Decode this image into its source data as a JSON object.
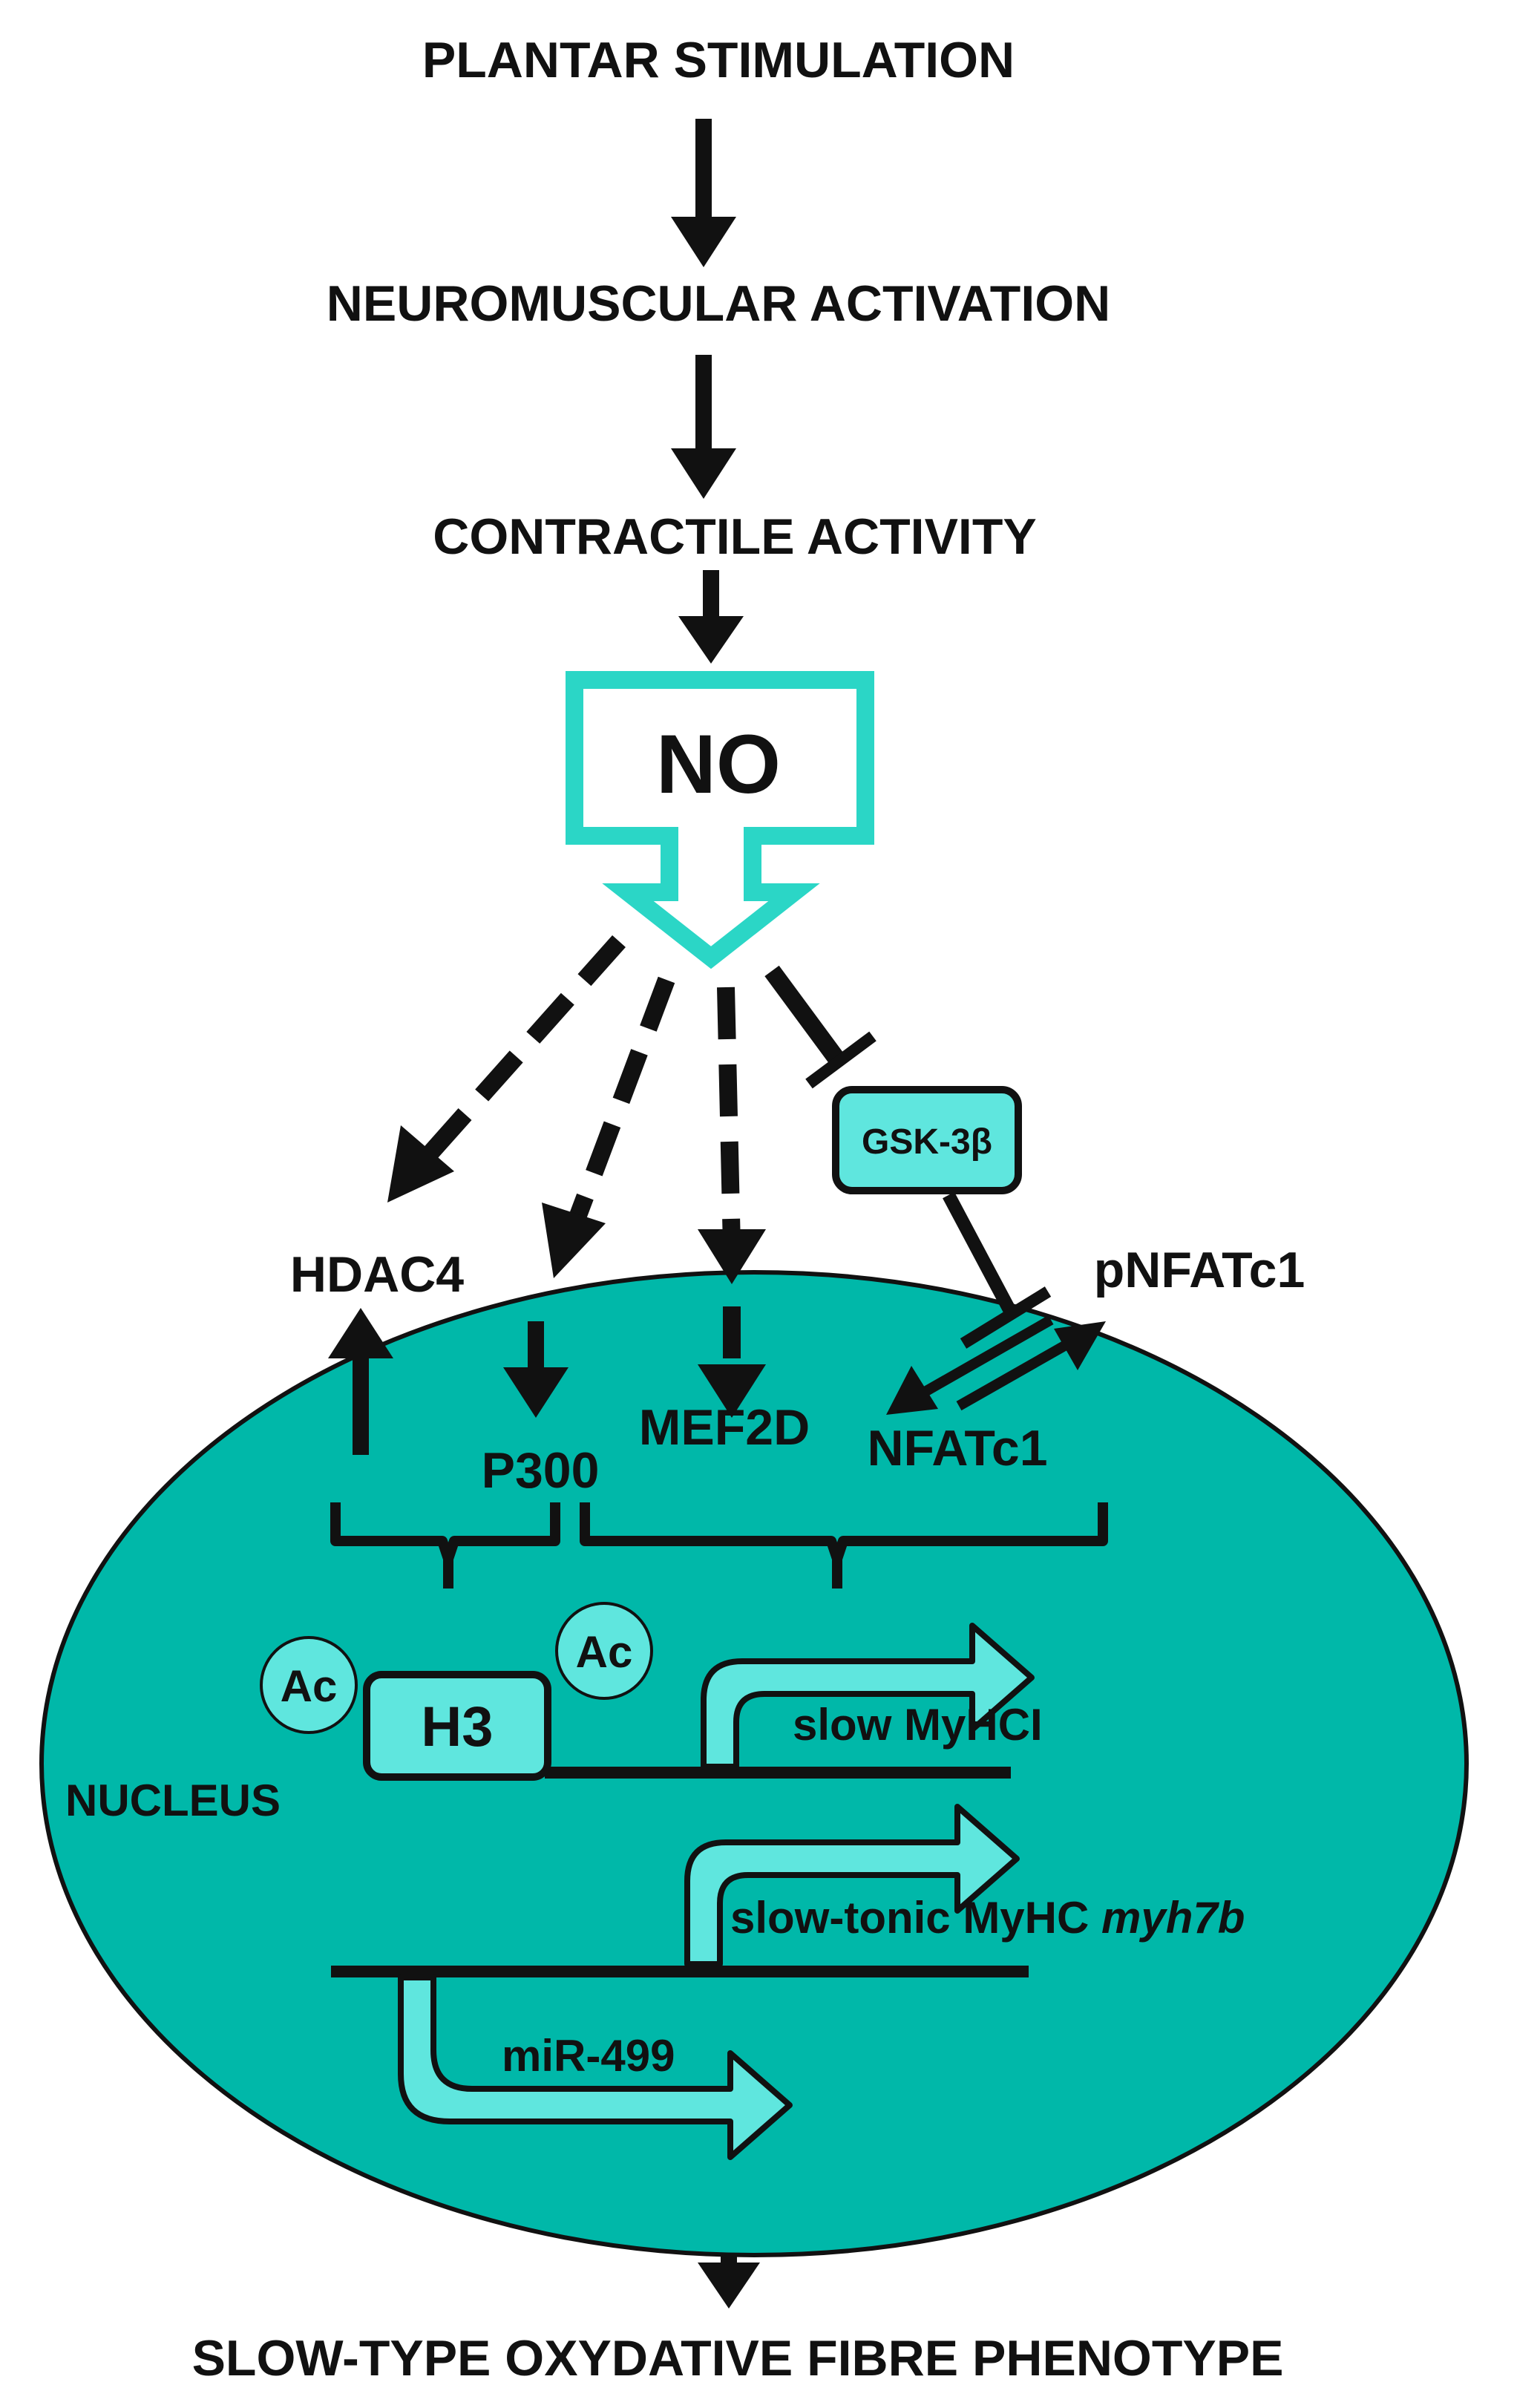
{
  "flow": {
    "step1": "PLANTAR STIMULATION",
    "step2": "NEUROMUSCULAR ACTIVATION",
    "step3": "CONTRACTILE ACTIVITY",
    "outcome": "SLOW-TYPE OXYDATIVE FIBRE PHENOTYPE"
  },
  "no_box": {
    "label": "NO"
  },
  "targets": {
    "hdac4": "HDAC4",
    "p300": "P300",
    "mef2d": "MEF2D",
    "gsk3b": "GSK-3β",
    "pnfatc1": "pNFATc1",
    "nfatc1": "NFATc1"
  },
  "nucleus": {
    "label": "NUCLEUS",
    "acetyl_label": "Ac",
    "histone_label": "H3",
    "gene_slow": "slow MyHCI",
    "gene_tonic_prefix": "slow-tonic MyHC ",
    "gene_tonic_italic": "myh7b",
    "mirna": "miR-499"
  },
  "colors": {
    "teal": "#2bd6c6",
    "nucleus_fill": "#00b8a9",
    "light_fill": "#5fe6de",
    "ink": "#111111"
  }
}
